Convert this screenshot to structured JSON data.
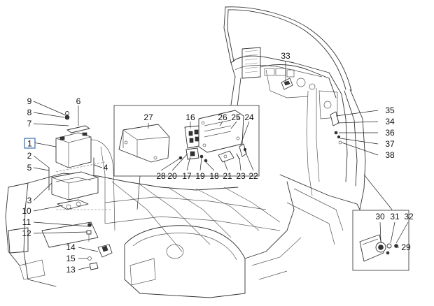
{
  "diagram": {
    "highlight_color": "#3a6fb0",
    "line_color": "#333333",
    "callouts": {
      "c1": "1",
      "c2": "2",
      "c3": "3",
      "c4": "4",
      "c5": "5",
      "c6": "6",
      "c7": "7",
      "c8": "8",
      "c9": "9",
      "c10": "10",
      "c11": "11",
      "c12": "12",
      "c13": "13",
      "c14": "14",
      "c15": "15",
      "c16": "16",
      "c17": "17",
      "c18": "18",
      "c19": "19",
      "c20": "20",
      "c21": "21",
      "c22": "22",
      "c23": "23",
      "c24": "24",
      "c25": "25",
      "c26": "26",
      "c27": "27",
      "c28": "28",
      "c29": "29",
      "c30": "30",
      "c31": "31",
      "c32": "32",
      "c33": "33",
      "c34": "34",
      "c35": "35",
      "c36": "36",
      "c37": "37",
      "c38": "38"
    }
  }
}
